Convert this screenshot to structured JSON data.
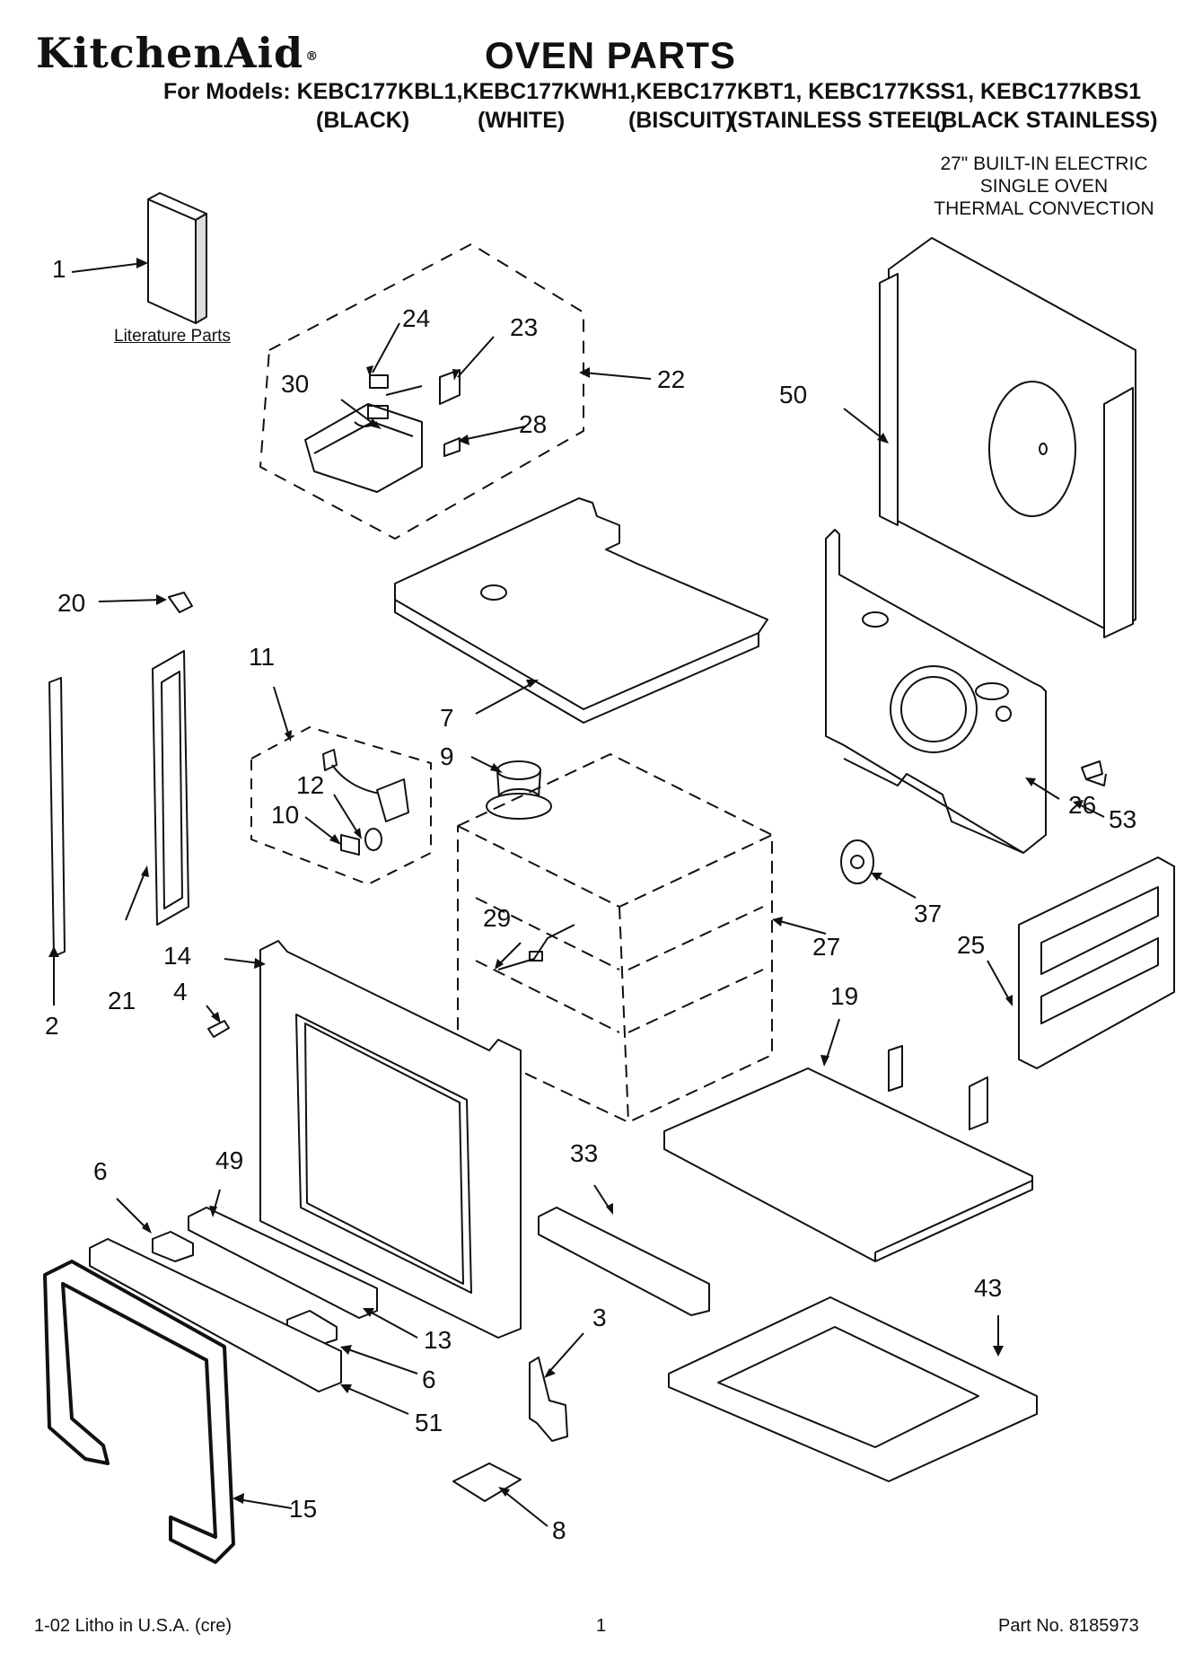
{
  "header": {
    "brand": "KitchenAid",
    "brand_mark": "®",
    "title": "OVEN PARTS",
    "models_line": "For Models: KEBC177KBL1,KEBC177KWH1,KEBC177KBT1, KEBC177KSS1, KEBC177KBS1",
    "colors": [
      "(BLACK)",
      "(WHITE)",
      "(BISCUIT)",
      "(STAINLESS STEEL)",
      "(BLACK STAINLESS)"
    ]
  },
  "product": {
    "lines": [
      "27\" BUILT-IN ELECTRIC",
      "SINGLE OVEN",
      "THERMAL CONVECTION"
    ]
  },
  "literature_label": "Literature Parts",
  "callouts": {
    "c1": "1",
    "c2": "2",
    "c3": "3",
    "c4": "4",
    "c6a": "6",
    "c6b": "6",
    "c7": "7",
    "c8": "8",
    "c9": "9",
    "c10": "10",
    "c11": "11",
    "c12": "12",
    "c13": "13",
    "c14": "14",
    "c15": "15",
    "c19": "19",
    "c20": "20",
    "c21": "21",
    "c22": "22",
    "c23": "23",
    "c24": "24",
    "c25": "25",
    "c26": "26",
    "c27": "27",
    "c28": "28",
    "c29": "29",
    "c30": "30",
    "c33": "33",
    "c37": "37",
    "c43": "43",
    "c49": "49",
    "c50": "50",
    "c51": "51",
    "c53": "53"
  },
  "footer": {
    "left": "1-02 Litho in U.S.A. (cre)",
    "center": "1",
    "right": "Part No. 8185973"
  }
}
